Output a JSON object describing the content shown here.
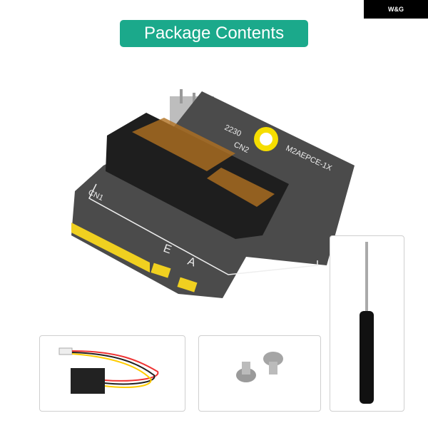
{
  "brand": {
    "logo_text": "W&G"
  },
  "title": "Package Contents",
  "board": {
    "label_size": "2230",
    "label_cn2": "CN2",
    "model": "M2AEPCE-1X",
    "label_cn1": "CN1",
    "key_e": "E",
    "key_a": "A"
  },
  "colors": {
    "title_bg": "#1ba98b",
    "board": "#4a4a4a",
    "gold": "#f0d020",
    "ring": "#f5dd00"
  }
}
